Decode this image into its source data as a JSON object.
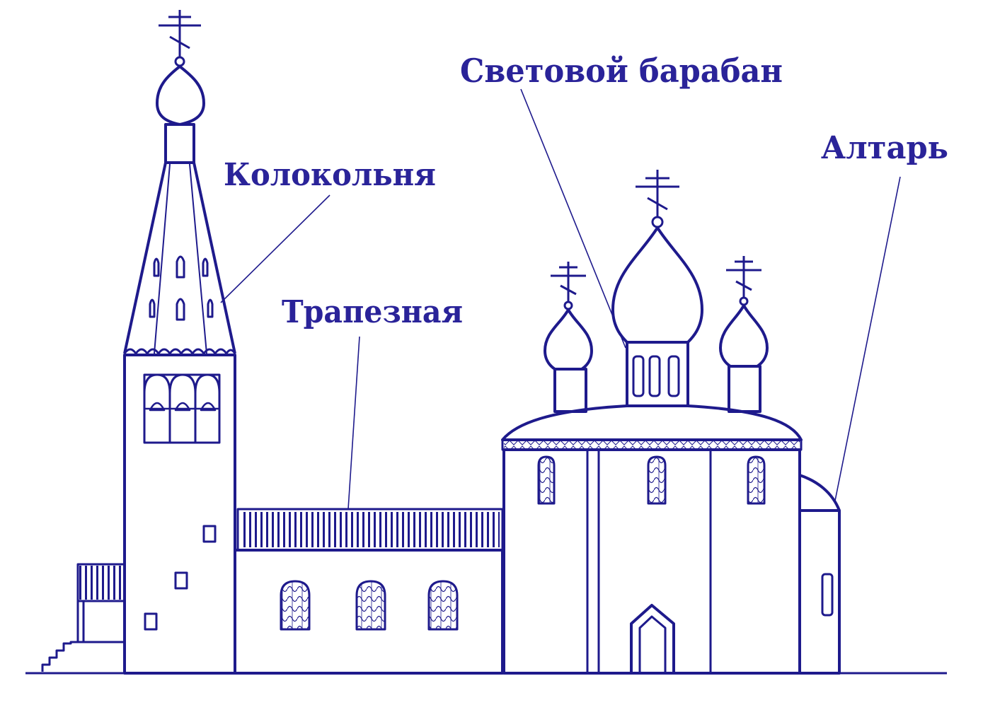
{
  "labels": {
    "bell_tower": "Колокольня",
    "refectory": "Трапезная",
    "light_drum": "Световой барабан",
    "altar": "Алтарь"
  },
  "colors": {
    "ink": "#1e1a8c",
    "label": "#2a2399",
    "background": "#ffffff"
  }
}
